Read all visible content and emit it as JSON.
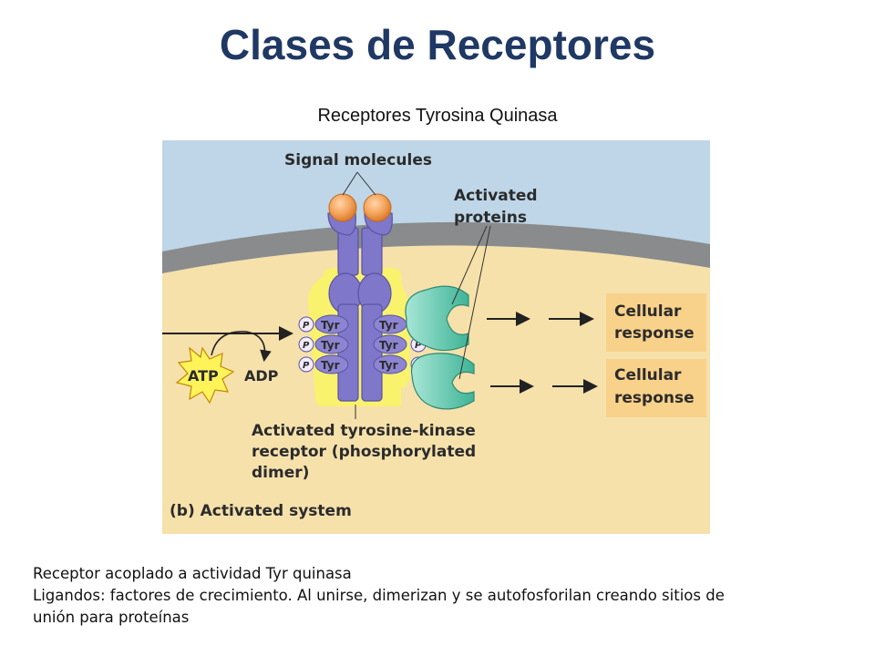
{
  "slide": {
    "title": "Clases de Receptores",
    "subtitle": "Receptores Tyrosina Quinasa"
  },
  "diagram": {
    "signal_label": "Signal molecules",
    "activated_label_1": "Activated",
    "activated_label_2": "proteins",
    "tyr": "Tyr",
    "p": "P",
    "atp": "ATP",
    "adp": "ADP",
    "response_1_line1": "Cellular",
    "response_1_line2": "response",
    "response_2_line1": "Cellular",
    "response_2_line2": "response",
    "receptor_line1": "Activated tyrosine-kinase",
    "receptor_line2": "receptor (phosphorylated",
    "receptor_line3": "dimer)",
    "panel_label": "(b) Activated system",
    "colors": {
      "extracellular": "#bed6e7",
      "membrane": "#8a8b8c",
      "cytoplasm": "#f6e1ab",
      "receptor": "#7f77c9",
      "yellow_halo": "#f8f26d",
      "signal": "#f4a35a",
      "protein": "#5ac4aa",
      "response_box": "#f8d18a",
      "title": "#1f3864"
    }
  },
  "caption": {
    "line1": "Receptor acoplado a actividad Tyr quinasa",
    "line2": "Ligandos: factores de crecimiento. Al unirse, dimerizan y se autofosforilan creando sitios de",
    "line3": "unión para proteínas"
  }
}
